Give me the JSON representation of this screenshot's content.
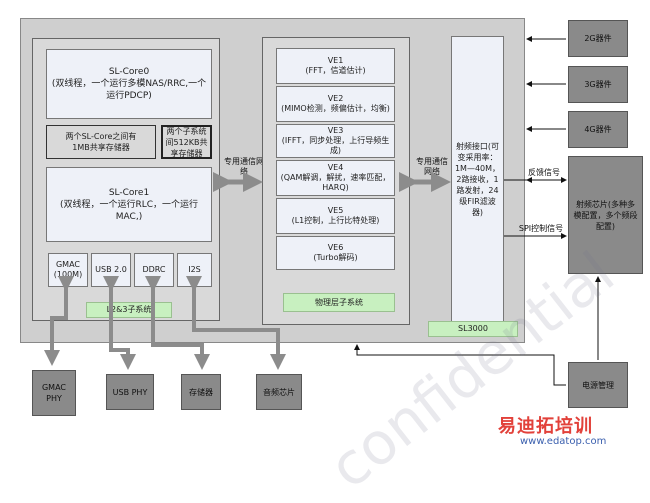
{
  "chip_name": "SL3000",
  "left_subsystem": {
    "core0": {
      "title": "SL-Core0",
      "desc": "(双线程，一个运行多模NAS/RRC,一个运行PDCP)"
    },
    "shared_mem_cores": "两个SL-Core之间有1MB共享存储器",
    "shared_mem_subsys": "两个子系统间512KB共享存储器",
    "core1": {
      "title": "SL-Core1",
      "desc": "(双线程，一个运行RLC，一个运行MAC,)"
    },
    "interfaces": [
      "GMAC\n(100M)",
      "USB 2.0",
      "DDRC",
      "I2S"
    ],
    "label": "L2&3子系统"
  },
  "bus_label_left": "专用通信网络",
  "bus_label_right": "专用通信网络",
  "phy_subsystem": {
    "engines": [
      {
        "name": "VE1",
        "desc": "(FFT，信道估计)"
      },
      {
        "name": "VE2",
        "desc": "(MIMO检测，频偏估计，均衡)"
      },
      {
        "name": "VE3",
        "desc": "(IFFT，同步处理，上行导频生成)"
      },
      {
        "name": "VE4",
        "desc": "(QAM解调，解扰，速率匹配，HARQ)"
      },
      {
        "name": "VE5",
        "desc": "(L1控制，上行比特处理)"
      },
      {
        "name": "VE6",
        "desc": "(Turbo解码)"
      }
    ],
    "label": "物理层子系统"
  },
  "rf_interface": "射频接口(可变采用率：1M—40M，2路接收，1路发射，24级FIR滤波器)",
  "ext_right": [
    "2G器件",
    "3G器件",
    "4G器件"
  ],
  "rf_chip": "射频芯片(多种多模配置，多个频段配置)",
  "power": "电源管理",
  "signals": {
    "fault": "反馈信号",
    "spi": "SPI控制信号"
  },
  "ext_bottom": [
    "GMAC\nPHY",
    "USB PHY",
    "存储器",
    "音频芯片"
  ],
  "watermark": {
    "text": "confidential",
    "brand": "易迪拓培训",
    "url": "www.edatop.com"
  }
}
